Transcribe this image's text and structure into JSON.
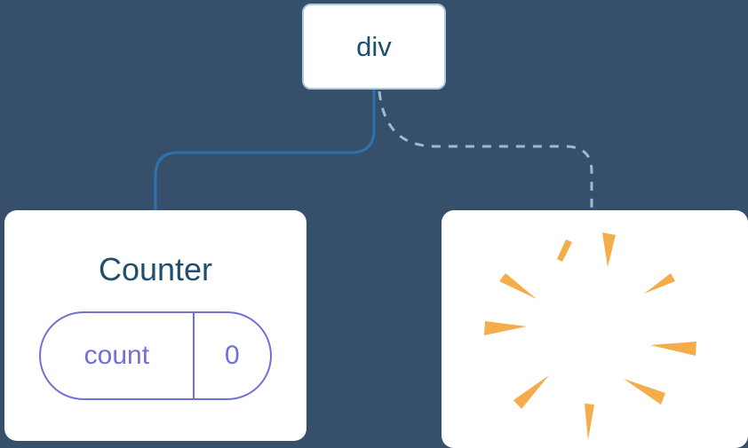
{
  "diagram": {
    "background_color": "#36506B",
    "root_node": {
      "label": "div"
    },
    "edges": {
      "kept_edge_color": "#2D71AD",
      "removed_edge_color": "#9FB9CF",
      "removed_edge_style": "dashed"
    },
    "counter_card": {
      "title": "Counter",
      "title_color": "#1F4E6E",
      "state_pill": {
        "key": "count",
        "value": "0"
      },
      "accent_color": "#7070D6"
    },
    "removed_card": {
      "icon": "poof-burst",
      "poof_color": "#F5AC4B"
    }
  }
}
